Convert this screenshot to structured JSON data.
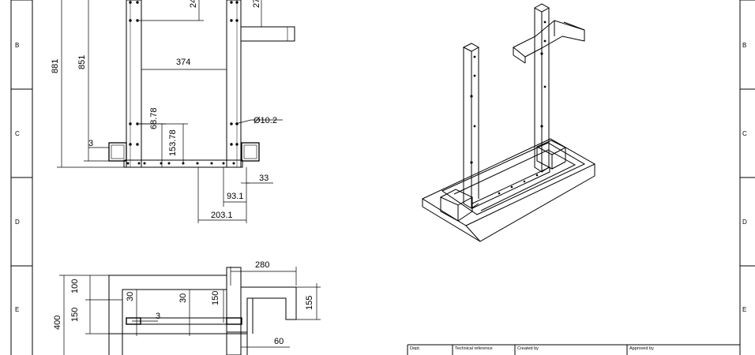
{
  "zones": [
    "B",
    "C",
    "D",
    "E"
  ],
  "dims_front": {
    "d881": "881",
    "d851": "851",
    "d374": "374",
    "d24": "24",
    "d27": "27",
    "d68": "68.78",
    "d153": "153.78",
    "d3": "3",
    "d10": "Ø10.2",
    "d33": "33",
    "d93": "93.1",
    "d203": "203.1"
  },
  "dims_top": {
    "d280": "280",
    "d100": "100",
    "d150": "150",
    "d400": "400",
    "d30a": "30",
    "d30b": "30",
    "d150b": "150",
    "d3": "3",
    "d155": "155",
    "d60": "60"
  },
  "title_block": {
    "dept": "Dept.",
    "tech_ref": "Technical reference",
    "created_by": "Created by",
    "approved_by": "Approved by"
  }
}
